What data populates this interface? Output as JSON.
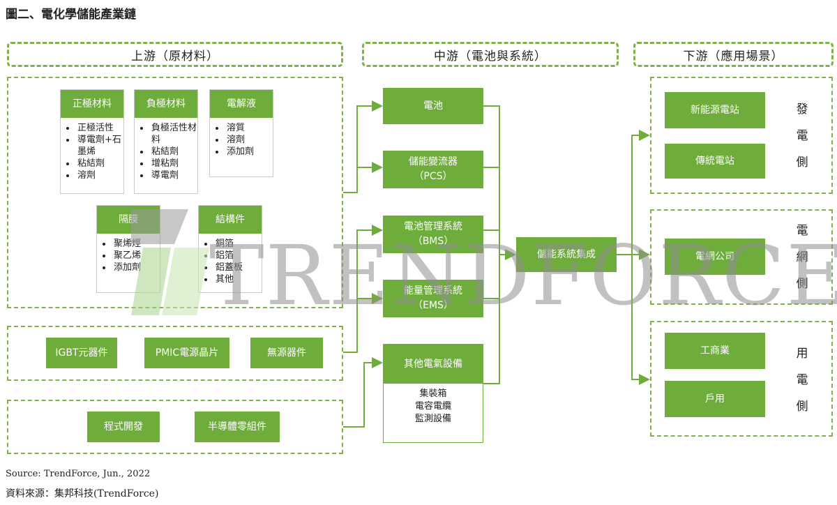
{
  "title": "圖二、電化學儲能產業鏈",
  "upstream": {
    "header": "上游（原材料）",
    "materials": [
      {
        "name": "正極材料",
        "items": [
          "正極活性",
          "導電劑+石墨烯",
          "粘結劑",
          "溶劑"
        ]
      },
      {
        "name": "負極材料",
        "items": [
          "負極活性材料",
          "粘結劑",
          "增粘劑",
          "導電劑"
        ]
      },
      {
        "name": "電解液",
        "items": [
          "溶質",
          "溶劑",
          "添加劑"
        ]
      },
      {
        "name": "隔膜",
        "items": [
          "聚烯烴",
          "聚乙烯",
          "添加劑"
        ]
      },
      {
        "name": "結構件",
        "items": [
          "銅箔",
          "鋁箔",
          "鋁蓋板",
          "其他"
        ]
      }
    ],
    "components": [
      "IGBT元器件",
      "PMIC電源晶片",
      "無源器件"
    ],
    "software": [
      "程式開發",
      "半導體零組件"
    ]
  },
  "midstream": {
    "header": "中游（電池與系統）",
    "items": [
      {
        "label": "電池"
      },
      {
        "label": "儲能變流器",
        "sub": "（PCS）"
      },
      {
        "label": "電池管理系統",
        "sub": "（BMS）"
      },
      {
        "label": "能量管理系統",
        "sub": "（EMS）"
      },
      {
        "label": "其他電氣設備"
      }
    ],
    "other_equipment": [
      "集裝箱",
      "電容電纜",
      "監測設備"
    ],
    "integration": "儲能系統集成"
  },
  "downstream": {
    "header": "下游（應用場景）",
    "groups": [
      {
        "side": [
          "發",
          "電",
          "側"
        ],
        "items": [
          "新能源電站",
          "傳統電站"
        ]
      },
      {
        "side": [
          "電",
          "網",
          "側"
        ],
        "items": [
          "電網公司"
        ]
      },
      {
        "side": [
          "用",
          "電",
          "側"
        ],
        "items": [
          "工商業",
          "戶用"
        ]
      }
    ]
  },
  "watermark": "TRENDFORCE",
  "source_en": "Source: TrendForce, Jun., 2022",
  "source_zh": "資料來源：集邦科技(TrendForce)",
  "colors": {
    "green": "#6eac3b",
    "dash": "#7fb04a",
    "watermark": "#9a9a9a"
  }
}
